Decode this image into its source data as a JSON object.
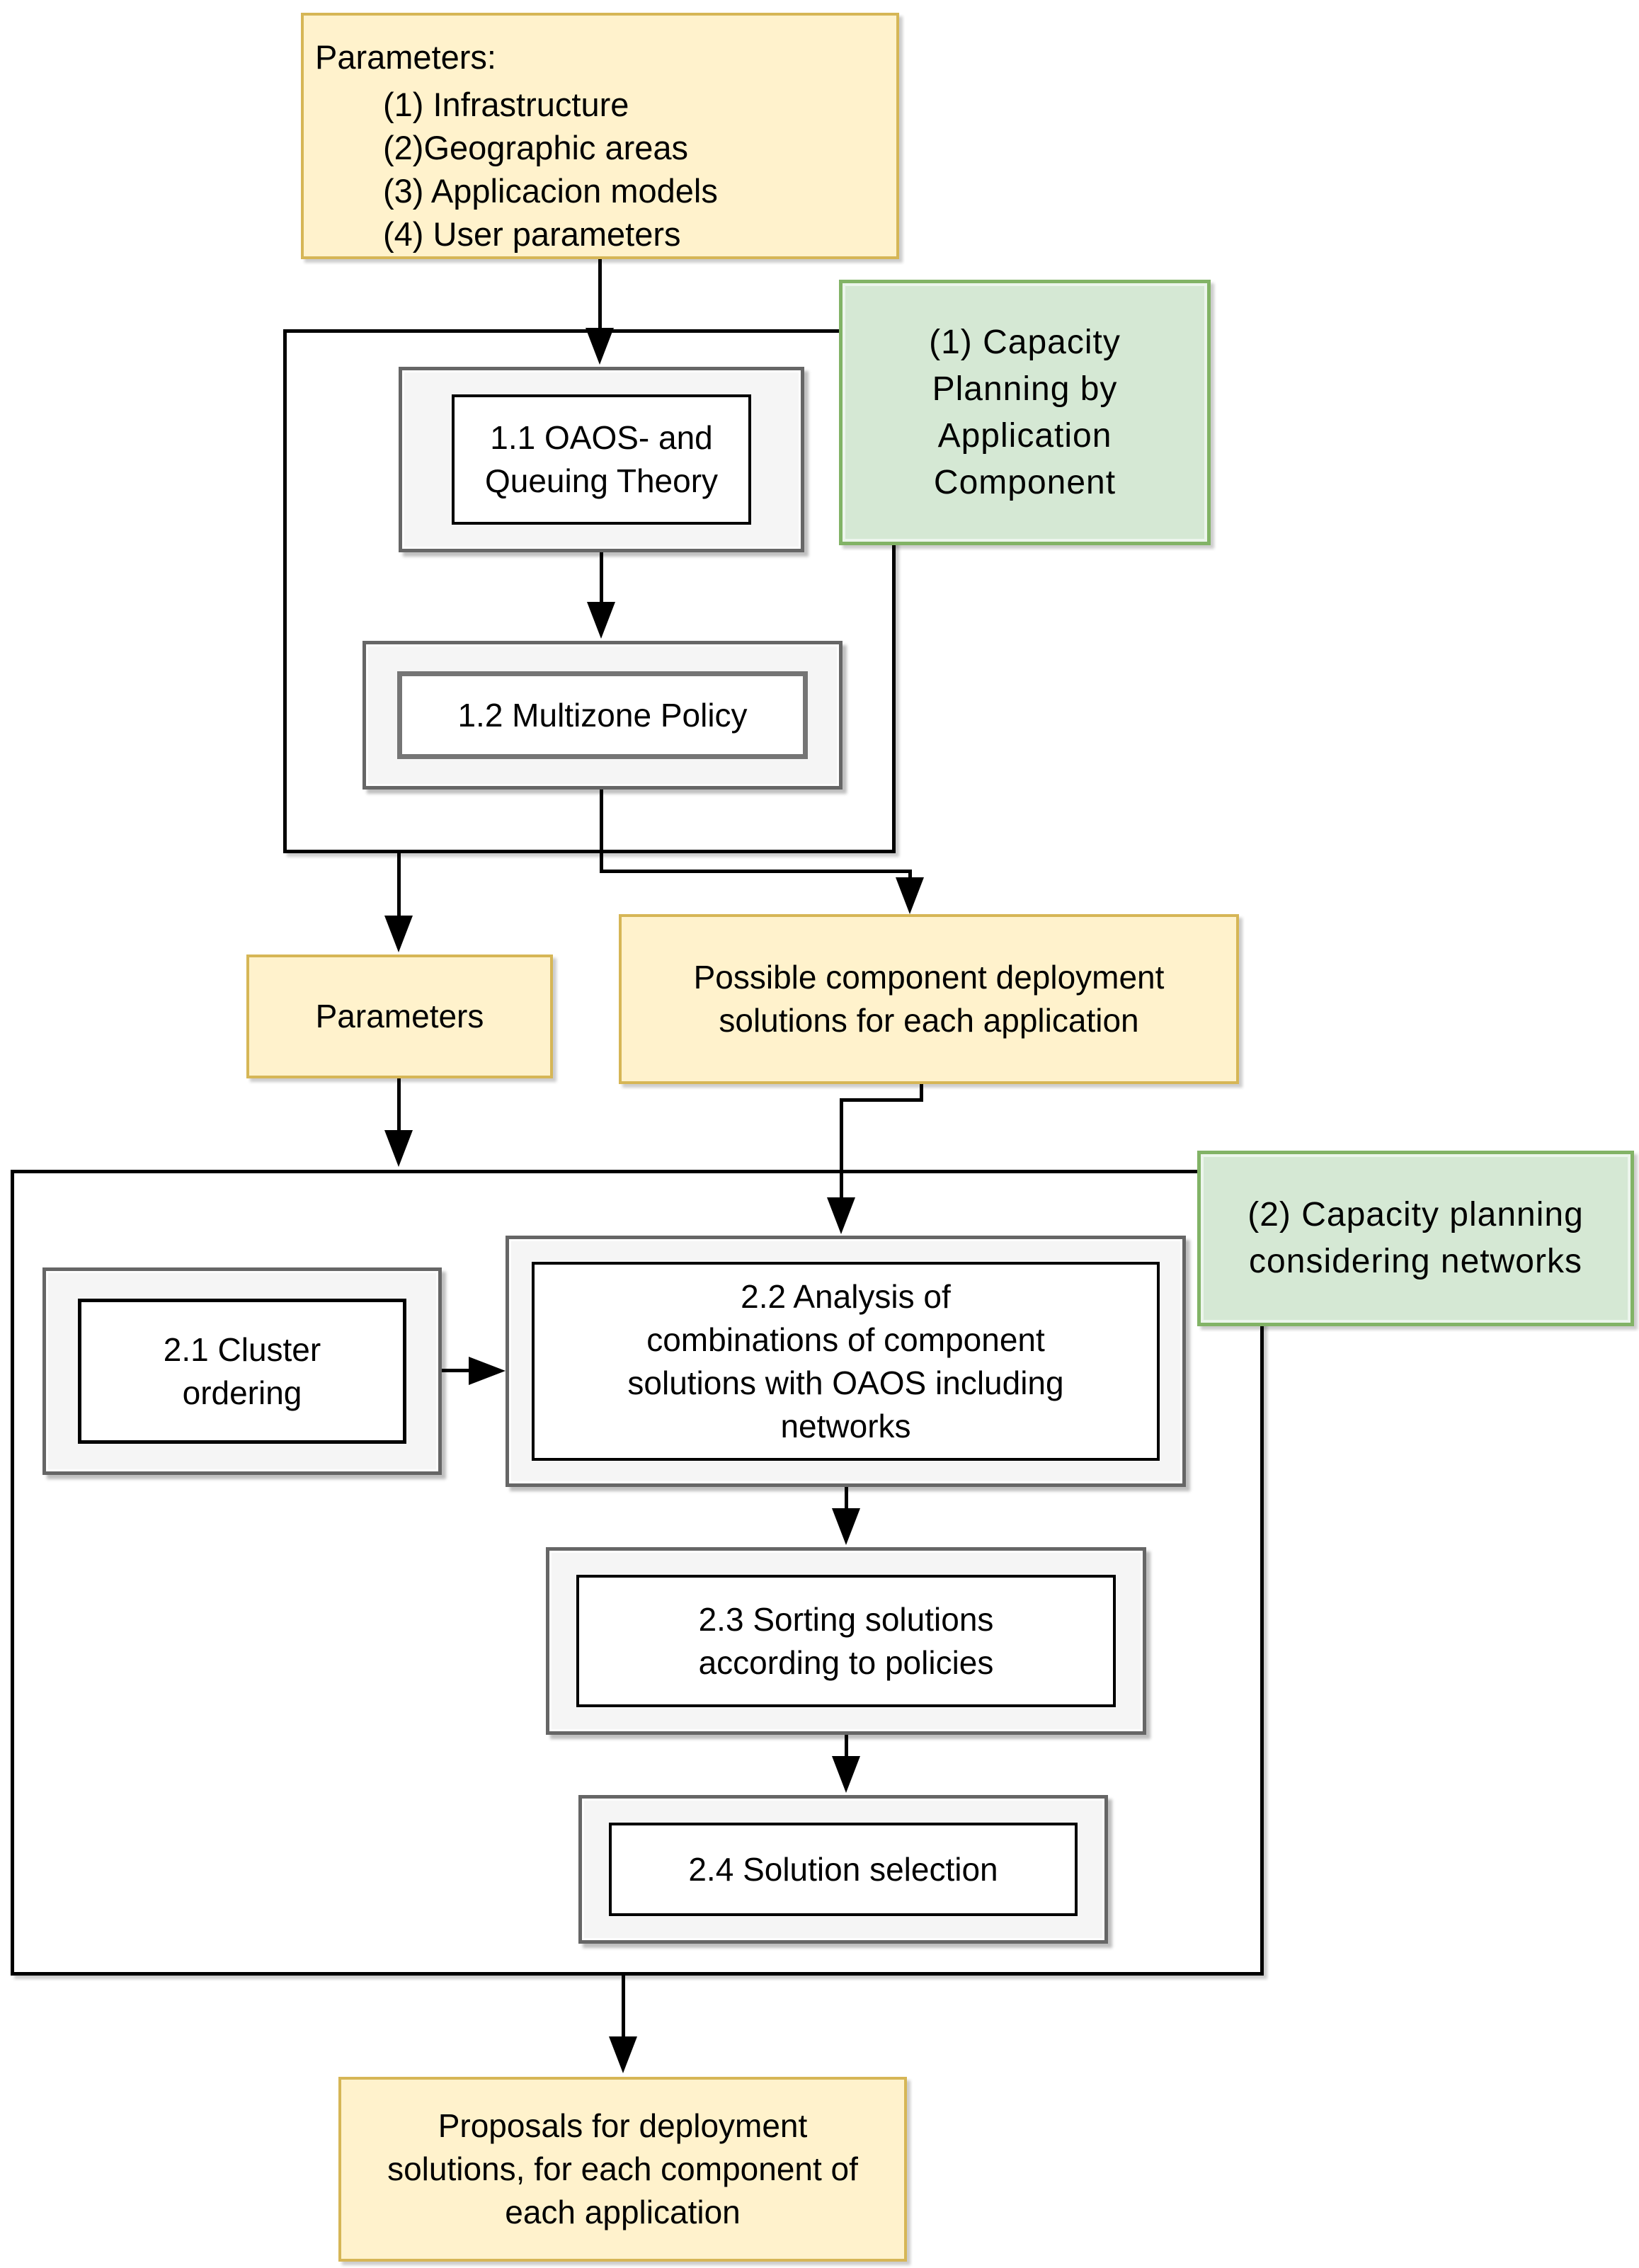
{
  "flow": {
    "parameters_input": {
      "title": "Parameters:",
      "items": [
        "(1) Infrastructure",
        "(2)Geographic areas",
        "(3) Applicacion models",
        "(4) User parameters"
      ]
    },
    "phase1": {
      "label": "(1) Capacity\nPlanning by\nApplication\nComponent"
    },
    "step11": {
      "label": "1.1 OAOS- and\nQueuing Theory"
    },
    "step12": {
      "label": "1.2 Multizone Policy"
    },
    "parameters_mid": {
      "label": "Parameters"
    },
    "possible_solutions": {
      "label": "Possible component deployment\nsolutions for each application"
    },
    "phase2": {
      "label": "(2) Capacity planning\nconsidering networks"
    },
    "step21": {
      "label": "2.1 Cluster\nordering"
    },
    "step22": {
      "label": "2.2 Analysis of\ncombinations of component\nsolutions with OAOS including\nnetworks"
    },
    "step23": {
      "label": "2.3 Sorting solutions\naccording to policies"
    },
    "step24": {
      "label": "2.4 Solution selection"
    },
    "proposals": {
      "label": "Proposals for deployment\nsolutions, for each component of\neach application"
    }
  },
  "colors": {
    "yellow_fill": "#FFF2CC",
    "yellow_border": "#D6B656",
    "green_fill": "#D5E8D4",
    "green_border": "#82B366",
    "gray_fill": "#F5F5F5",
    "gray_border": "#666666",
    "inner_border": "#000000",
    "line": "#000000"
  }
}
